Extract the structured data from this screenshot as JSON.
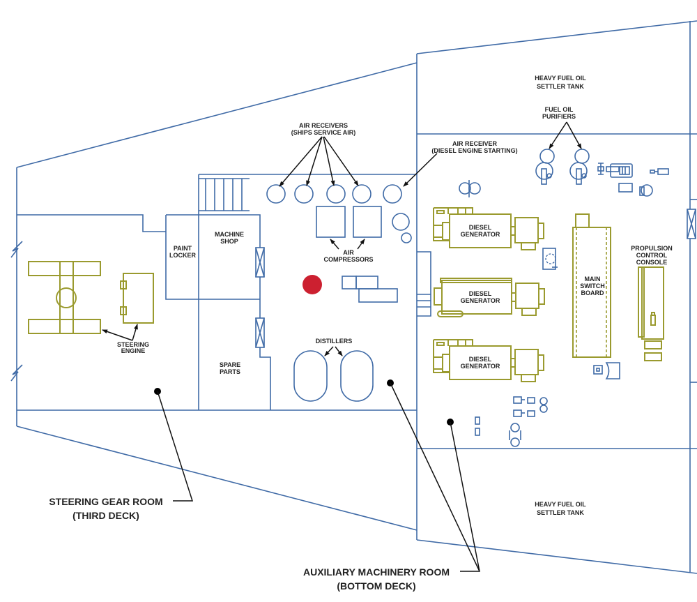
{
  "diagram": {
    "title": "Ship engine room deck plan",
    "colors": {
      "structure": "#3f6aa6",
      "equipment": "#9a9a2e",
      "leader": "#111111",
      "marker_red": "#cc2030",
      "text": "#222222"
    },
    "labels": {
      "hfo_tank_top": [
        "HEAVY FUEL OIL",
        "SETTLER TANK"
      ],
      "hfo_tank_bottom": [
        "HEAVY FUEL OIL",
        "SETTLER TANK"
      ],
      "fuel_oil_purifiers": [
        "FUEL OIL",
        "PURIFIERS"
      ],
      "air_receivers_service": [
        "AIR RECEIVERS",
        "(SHIPS SERVICE AIR)"
      ],
      "air_receiver_starting": [
        "AIR RECEIVER",
        "(DIESEL ENGINE STARTING)"
      ],
      "paint_locker": [
        "PAINT",
        "LOCKER"
      ],
      "machine_shop": [
        "MACHINE",
        "SHOP"
      ],
      "air_compressors": [
        "AIR",
        "COMPRESSORS"
      ],
      "distillers": [
        "DISTILLERS"
      ],
      "spare_parts": [
        "SPARE",
        "PARTS"
      ],
      "steering_engine": [
        "STEERING",
        "ENGINE"
      ],
      "diesel_generator": [
        "DIESEL",
        "GENERATOR"
      ],
      "main_switch_board": [
        "MAIN",
        "SWITCH",
        "BOARD"
      ],
      "propulsion_control_console": [
        "PROPULSION",
        "CONTROL",
        "CONSOLE"
      ]
    },
    "callouts": {
      "steering_gear_room": [
        "STEERING GEAR ROOM",
        "(THIRD DECK)"
      ],
      "auxiliary_machinery_room": [
        "AUXILIARY MACHINERY ROOM",
        "(BOTTOM DECK)"
      ]
    },
    "counts": {
      "diesel_generators": 3,
      "air_receivers_service": 4,
      "air_compressors": 2,
      "distillers": 2,
      "fuel_oil_purifiers": 2
    }
  }
}
